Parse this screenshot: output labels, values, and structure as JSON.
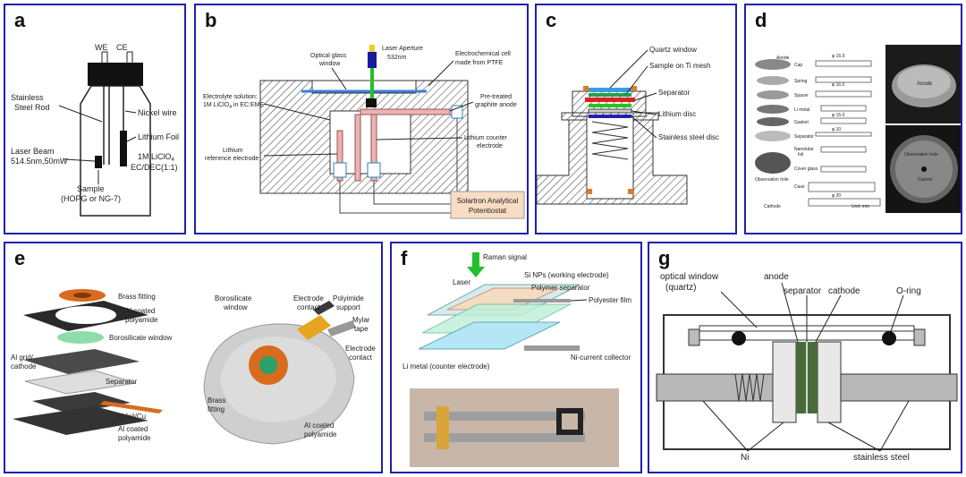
{
  "panels": {
    "a": {
      "label": "a",
      "we": "WE",
      "ce": "CE",
      "rod1": "Stainless",
      "rod2": "Steel Rod",
      "nickel": "Nickel wire",
      "foil": "Lithium Foil",
      "laser1": "Laser Beam",
      "laser2": "514.5nm,50mW",
      "elec1": "1M LiClO",
      "elec1sub": "4",
      "elec2": "EC/DEC(1:1)",
      "sample1": "Sample",
      "sample2": "(HOPG or NG-7)"
    },
    "b": {
      "label": "b",
      "window1": "Optical glass",
      "window2": "window",
      "aperture1": "Laser Aperture",
      "aperture2": "532nm",
      "cell1": "Electrochemical cell",
      "cell2": "made from PTFE",
      "sol1": "Electrolyte solution:",
      "sol2a": "1M LiClO",
      "sol2sub": "4",
      "sol2b": " in EC:EME",
      "anode1": "Pre-treated",
      "anode2": "graphite anode",
      "counter1": "Lithium counter",
      "counter2": "electrode",
      "ref1": "Lithium",
      "ref2": "reference electrode",
      "pot1": "Solartron Analytical",
      "pot2": "Potentiostat"
    },
    "c": {
      "label": "c",
      "quartz": "Quartz window",
      "mesh": "Sample on Ti mesh",
      "separator": "Separator",
      "lithium": "Lithium disc",
      "steel": "Stainless steel disc"
    },
    "d": {
      "label": "d",
      "anode": "Anode",
      "cap": "Cap",
      "spring": "Spring",
      "spacer": "Spacer",
      "limetal": "Li metal",
      "gasket": "Gasket",
      "separator": "Separator",
      "nanotube1": "Nanotube",
      "nanotube2": "foil",
      "coverglass": "Cover glass",
      "obshole": "Observation hole",
      "cathode": "Cathode",
      "case": "Case",
      "unit": "Unit: mm",
      "photo_anode": "Anode",
      "photo_obs": "Observation hole",
      "photo_carbon": "Carbon",
      "d1": "φ 16.0",
      "d2": "φ 16.5",
      "d3": "φ 15.0",
      "d4": "φ 10",
      "d5": "φ 20"
    },
    "e": {
      "label": "e",
      "brass": "Brass fitting",
      "al1a": "Al coated",
      "al1b": "polyamide",
      "boro": "Borosilicate window",
      "grid1": "Al grid/",
      "grid2": "cathode",
      "separator": "Separator",
      "lifoil": "Li foil/Cu",
      "al2a": "Al coated",
      "al2b": "polyamide",
      "bwin1": "Borosilicate",
      "bwin2": "window",
      "ec1a": "Electrode",
      "ec1b": "contact",
      "poly1": "Polyimide",
      "poly2": "support",
      "mylar1": "Mylar",
      "mylar2": "tape",
      "ec2a": "Electrode",
      "ec2b": "contact",
      "brass2a": "Brass",
      "brass2b": "fitting",
      "al3a": "Al coated",
      "al3b": "polyamide"
    },
    "f": {
      "label": "f",
      "laser": "Laser",
      "raman": "Raman signal",
      "sinp": "Si NPs (working electrode)",
      "polysep": "Polymer separator",
      "polyester": "Polyester film",
      "limetal": "Li metal (counter electrode)",
      "nicc": "Ni-current collector"
    },
    "g": {
      "label": "g",
      "window1": "optical window",
      "window2": "(quartz)",
      "anode": "anode",
      "separator": "separator",
      "cathode": "cathode",
      "oring": "O-ring",
      "ni": "Ni",
      "steel": "stainless steel"
    }
  },
  "colors": {
    "border": "#1f1fb0",
    "laser_green": "#22c02a",
    "orange": "#e07b22",
    "pot_box": "#f9dcc4"
  }
}
